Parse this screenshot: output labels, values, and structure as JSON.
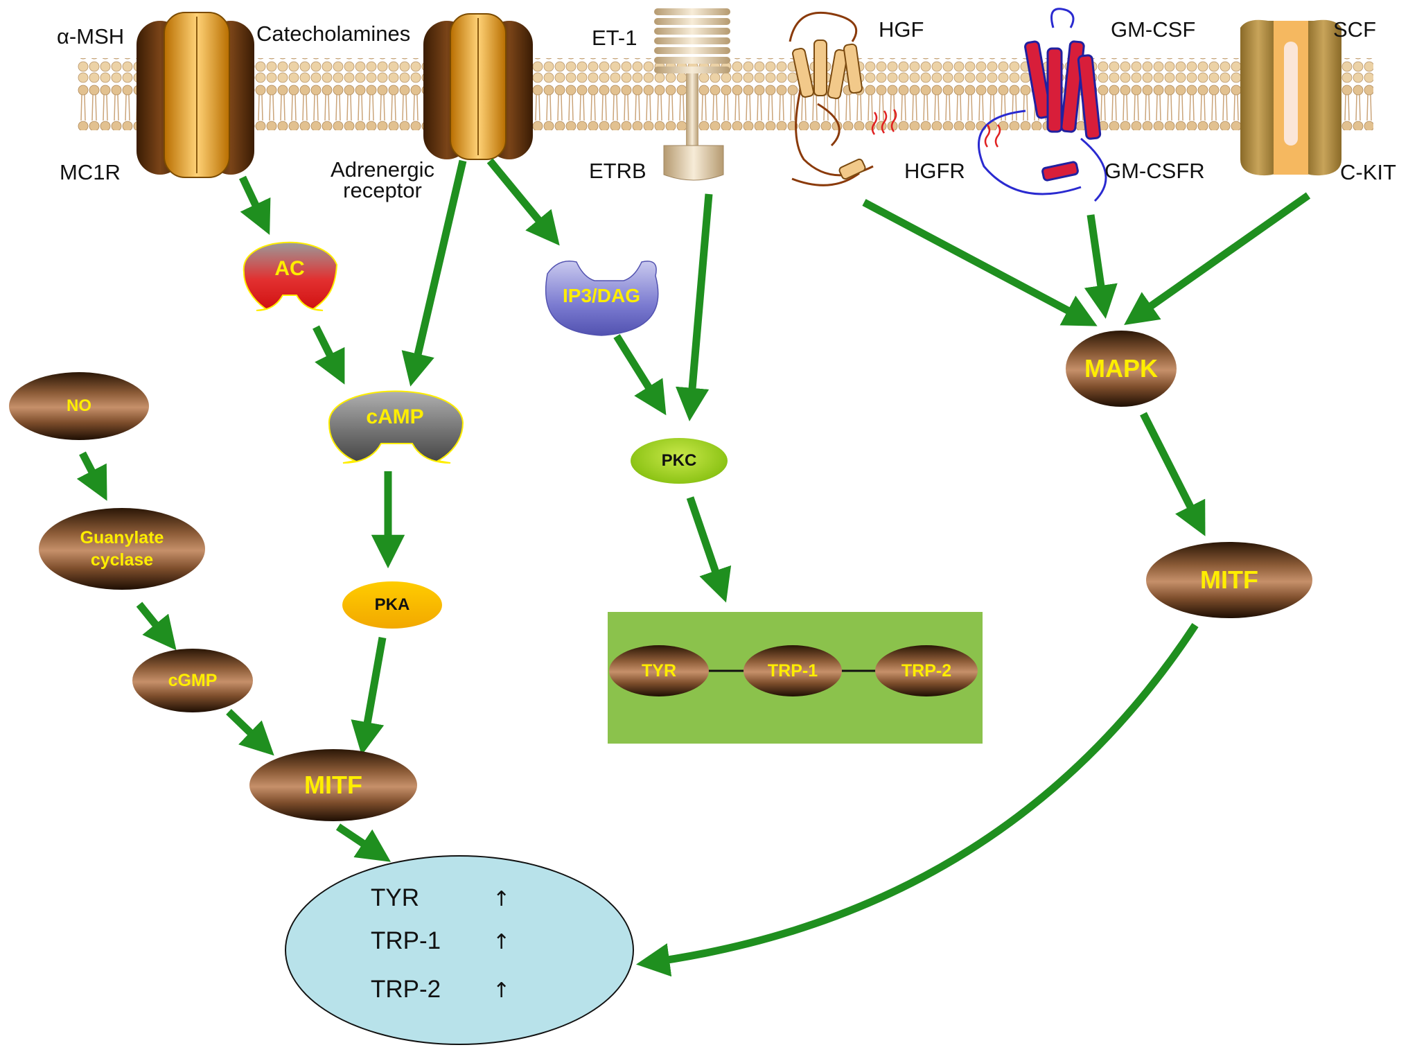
{
  "colors": {
    "arrow": "#1f8f1f",
    "membrane_head": "#e9c99a",
    "result_fill": "#b8e2ea",
    "gene_box_fill": "#8bc24c",
    "node_text": "#ffee00"
  },
  "membrane": {
    "ligands": {
      "msh": "α-MSH",
      "catecholamines": "Catecholamines",
      "et1": "ET-1",
      "hgf": "HGF",
      "gmcsf": "GM-CSF",
      "scf": "SCF"
    },
    "receptors": {
      "mc1r": "MC1R",
      "adrenergic": "Adrenergic\nreceptor",
      "etrb": "ETRB",
      "hgfr": "HGFR",
      "gmcsfr": "GM-CSFR",
      "ckit": "C-KIT"
    }
  },
  "nodes": {
    "ac": "AC",
    "camp": "cAMP",
    "ip3dag": "IP3/DAG",
    "pkc": "PKC",
    "pka": "PKA",
    "no": "NO",
    "guanylate_cyclase": "Guanylate\ncyclase",
    "cgmp": "cGMP",
    "mitf_left": "MITF",
    "mapk": "MAPK",
    "mitf_right": "MITF"
  },
  "gene_box": [
    "TYR",
    "TRP-1",
    "TRP-2"
  ],
  "result": {
    "rows": [
      {
        "name": "TYR",
        "arrow": "↑"
      },
      {
        "name": "TRP-1",
        "arrow": "↑"
      },
      {
        "name": "TRP-2",
        "arrow": "↑"
      }
    ]
  }
}
